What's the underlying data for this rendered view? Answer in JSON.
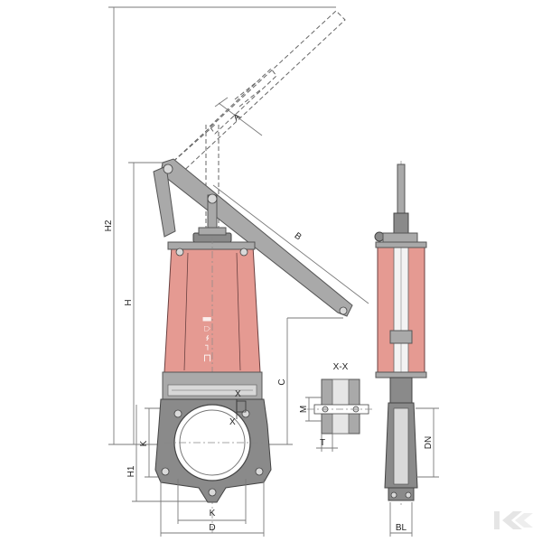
{
  "dimensions": {
    "A": "A",
    "B": "B",
    "C": "C",
    "H": "H",
    "H1": "H1",
    "H2": "H2",
    "K_vertical": "K",
    "K_horizontal": "K",
    "D": "D",
    "M": "M",
    "T": "T",
    "DN": "DN",
    "BL": "BL",
    "X_upper": "X",
    "X_lower": "X"
  },
  "section": {
    "title": "X-X"
  },
  "colors": {
    "body": "#e59a92",
    "steel": "#a9a9a9",
    "line": "#555555"
  },
  "icons": {
    "brand_mark": "orange-chevron-logo-icon"
  }
}
